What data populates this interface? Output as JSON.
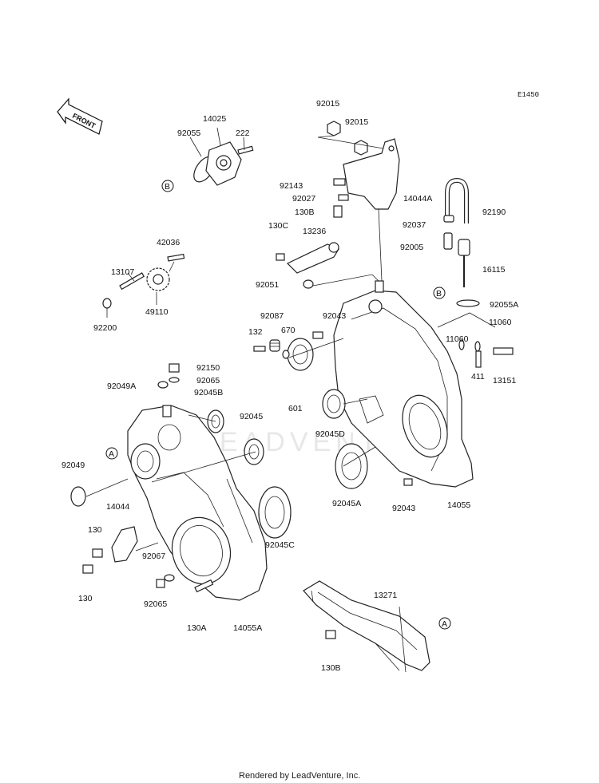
{
  "diagram_code": "E1450",
  "front_label": "FRONT",
  "watermark": "LEADVENTURE",
  "footer": "Rendered by LeadVenture, Inc.",
  "callout_markers": [
    {
      "id": "b-upper-left",
      "letter": "B"
    },
    {
      "id": "b-right",
      "letter": "B"
    },
    {
      "id": "a-left",
      "letter": "A"
    },
    {
      "id": "a-bottom",
      "letter": "A"
    }
  ],
  "labels": [
    {
      "id": "l1",
      "text": "14025"
    },
    {
      "id": "l2",
      "text": "92055"
    },
    {
      "id": "l3",
      "text": "222"
    },
    {
      "id": "l4",
      "text": "92015"
    },
    {
      "id": "l5",
      "text": "92015"
    },
    {
      "id": "l6",
      "text": "92143"
    },
    {
      "id": "l7",
      "text": "92027"
    },
    {
      "id": "l8",
      "text": "130B"
    },
    {
      "id": "l9",
      "text": "14044A"
    },
    {
      "id": "l10",
      "text": "92190"
    },
    {
      "id": "l11",
      "text": "92037"
    },
    {
      "id": "l12",
      "text": "92005"
    },
    {
      "id": "l13",
      "text": "16115"
    },
    {
      "id": "l14",
      "text": "92055A"
    },
    {
      "id": "l15",
      "text": "130C"
    },
    {
      "id": "l16",
      "text": "13236"
    },
    {
      "id": "l17",
      "text": "42036"
    },
    {
      "id": "l18",
      "text": "13107"
    },
    {
      "id": "l19",
      "text": "49110"
    },
    {
      "id": "l20",
      "text": "92200"
    },
    {
      "id": "l21",
      "text": "92051"
    },
    {
      "id": "l22",
      "text": "92043"
    },
    {
      "id": "l23",
      "text": "92087"
    },
    {
      "id": "l24",
      "text": "132"
    },
    {
      "id": "l25",
      "text": "670"
    },
    {
      "id": "l26",
      "text": "601"
    },
    {
      "id": "l27",
      "text": "11060"
    },
    {
      "id": "l28",
      "text": "11060"
    },
    {
      "id": "l29",
      "text": "411"
    },
    {
      "id": "l30",
      "text": "13151"
    },
    {
      "id": "l31",
      "text": "92150"
    },
    {
      "id": "l32",
      "text": "92065"
    },
    {
      "id": "l33",
      "text": "92049A"
    },
    {
      "id": "l34",
      "text": "92045B"
    },
    {
      "id": "l35",
      "text": "92045"
    },
    {
      "id": "l36",
      "text": "92045D"
    },
    {
      "id": "l37",
      "text": "92045A"
    },
    {
      "id": "l38",
      "text": "92043"
    },
    {
      "id": "l39",
      "text": "14055"
    },
    {
      "id": "l40",
      "text": "92049"
    },
    {
      "id": "l41",
      "text": "14044"
    },
    {
      "id": "l42",
      "text": "130"
    },
    {
      "id": "l43",
      "text": "130"
    },
    {
      "id": "l44",
      "text": "92067"
    },
    {
      "id": "l45",
      "text": "92065"
    },
    {
      "id": "l46",
      "text": "130A"
    },
    {
      "id": "l47",
      "text": "14055A"
    },
    {
      "id": "l48",
      "text": "92045C"
    },
    {
      "id": "l49",
      "text": "13271"
    },
    {
      "id": "l50",
      "text": "130B"
    }
  ]
}
